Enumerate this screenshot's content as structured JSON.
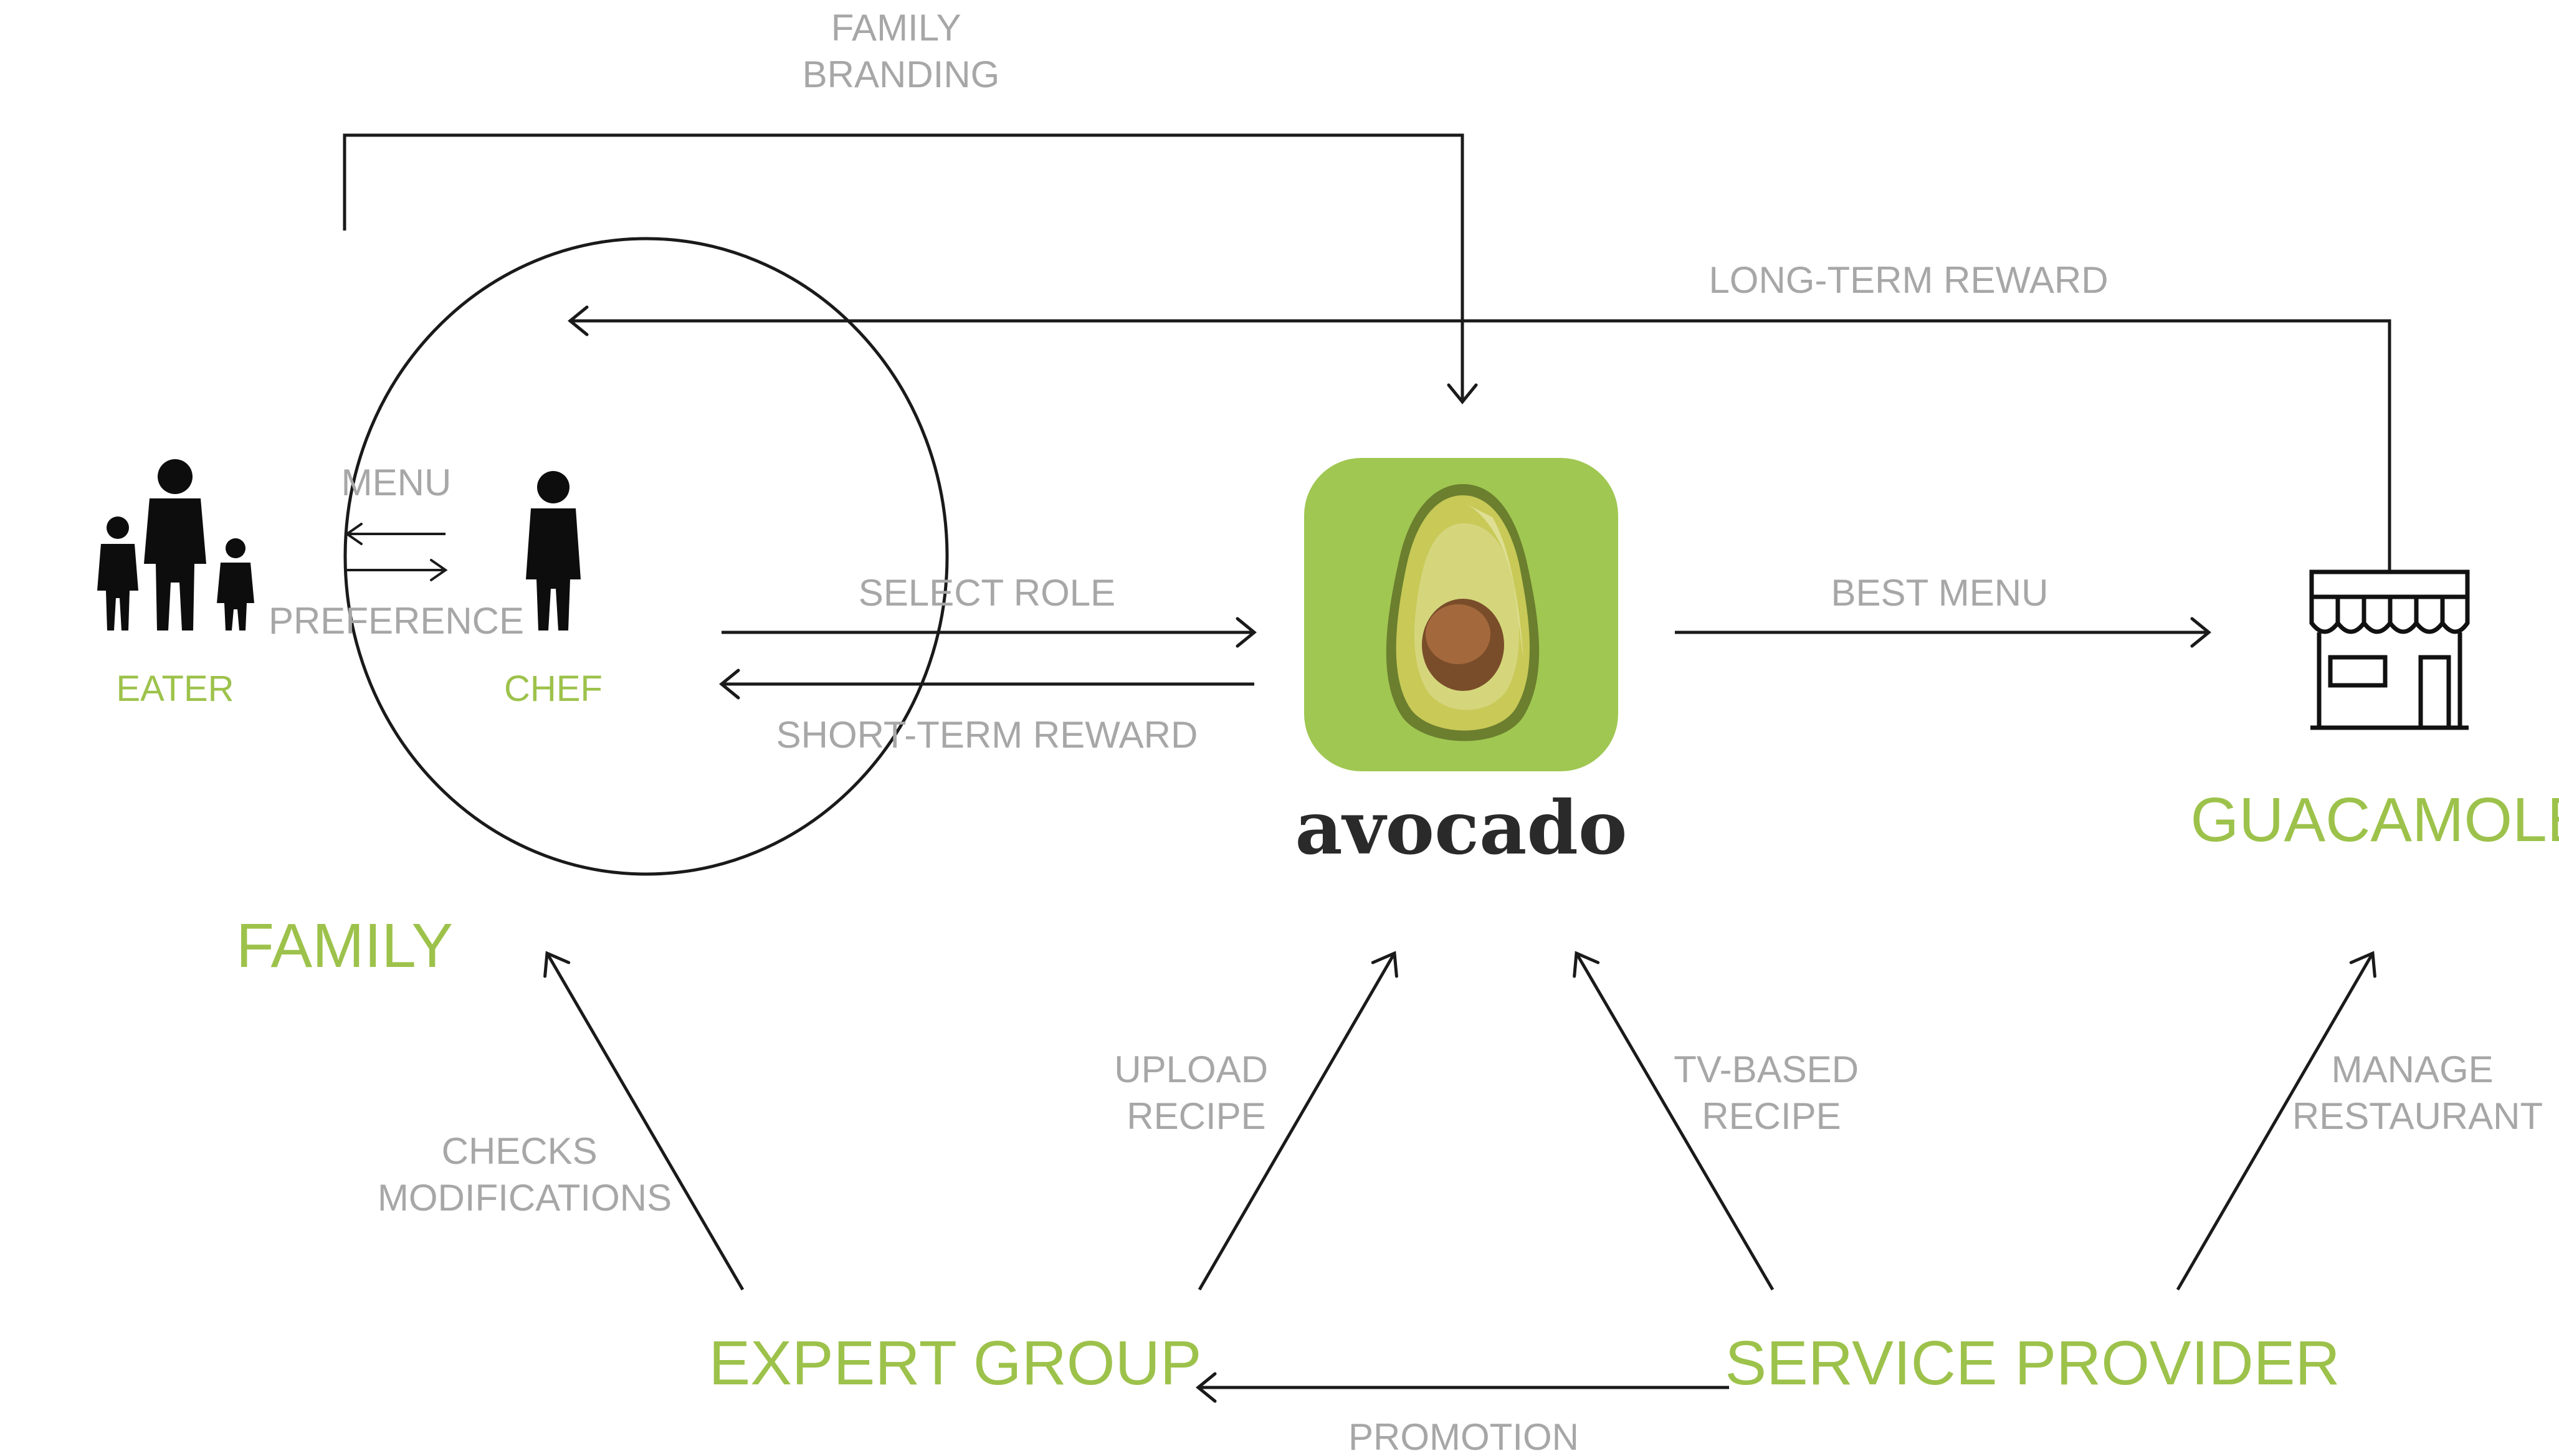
{
  "nodes": {
    "family": "FAMILY",
    "eater": "EATER",
    "chef": "CHEF",
    "avocado": "avocado",
    "guacamole": "GUACAMOLE",
    "expert_group": "EXPERT GROUP",
    "service_provider": "SERVICE PROVIDER"
  },
  "edges": {
    "family_branding": [
      "FAMILY",
      "BRANDING"
    ],
    "long_term_reward": "LONG-TERM REWARD",
    "menu": "MENU",
    "preference": "PREFERENCE",
    "select_role": "SELECT ROLE",
    "short_term_reward": "SHORT-TERM REWARD",
    "best_menu": "BEST MENU",
    "checks_modifications": [
      "CHECKS",
      "MODIFICATIONS"
    ],
    "upload_recipe": [
      "UPLOAD",
      "RECIPE"
    ],
    "tv_based_recipe": [
      "TV-BASED",
      "RECIPE"
    ],
    "manage_restaurant": [
      "MANAGE",
      "RESTAURANT"
    ],
    "promotion": "PROMOTION"
  },
  "icons": {
    "family_people": "people-icon",
    "chef_person": "person-icon",
    "app_logo": "avocado-app-icon",
    "restaurant": "storefront-icon"
  },
  "colors": {
    "accent_green": "#9dc24b",
    "label_gray": "#a7a7a7",
    "line_black": "#1a1a1a",
    "app_bg": "#a0c752"
  }
}
